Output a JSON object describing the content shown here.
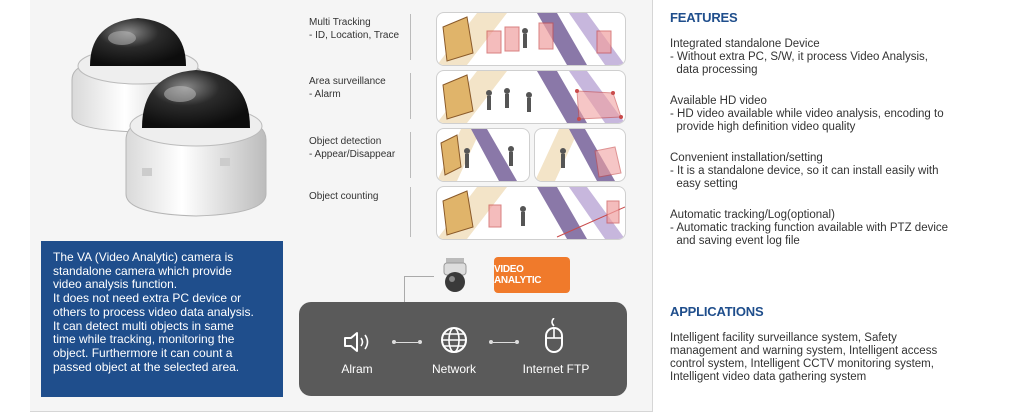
{
  "features_panel": {
    "items": [
      {
        "title": "Multi Tracking",
        "desc": "- ID, Location, Trace"
      },
      {
        "title": "Area surveillance",
        "desc": "- Alarm"
      },
      {
        "title": "Object detection",
        "desc": "- Appear/Disappear"
      },
      {
        "title": "Object counting",
        "desc": ""
      }
    ]
  },
  "info_box": {
    "text": [
      "The VA (Video Analytic) camera is",
      "standalone camera which provide",
      "video analysis function.",
      "It does not need extra PC device or",
      "others to process video data analysis.",
      "It can detect multi objects in same",
      "time while tracking, monitoring the",
      "object. Furthermore it can count a",
      "passed object at the selected area."
    ],
    "background": "#1f4e8c"
  },
  "diagram": {
    "va_label": "VIDEO ANALYTIC",
    "va_color": "#f07a2b",
    "nodes": [
      {
        "label": "Alram",
        "icon": "speaker-icon"
      },
      {
        "label": "Network",
        "icon": "globe-icon"
      },
      {
        "label": "Internet FTP",
        "icon": "mouse-icon"
      }
    ]
  },
  "features": {
    "heading": "FEATURES",
    "items": [
      {
        "title": "Integrated standalone Device",
        "lines": [
          "- Without extra PC, S/W, it process Video Analysis,",
          "  data processing"
        ]
      },
      {
        "title": "Available HD video",
        "lines": [
          "- HD video available while video analysis, encoding to",
          "  provide high definition video quality"
        ]
      },
      {
        "title": "Convenient installation/setting",
        "lines": [
          "- It is a standalone device, so it can install easily with",
          "  easy setting"
        ]
      },
      {
        "title": "Automatic tracking/Log(optional)",
        "lines": [
          "- Automatic tracking function available with PTZ device",
          "  and saving event log file"
        ]
      }
    ]
  },
  "applications": {
    "heading": "APPLICATIONS",
    "lines": [
      "Intelligent facility surveillance system, Safety",
      "management and warning system, Intelligent access",
      "control system, Intelligent CCTV monitoring system,",
      "Intelligent video data gathering system"
    ]
  }
}
